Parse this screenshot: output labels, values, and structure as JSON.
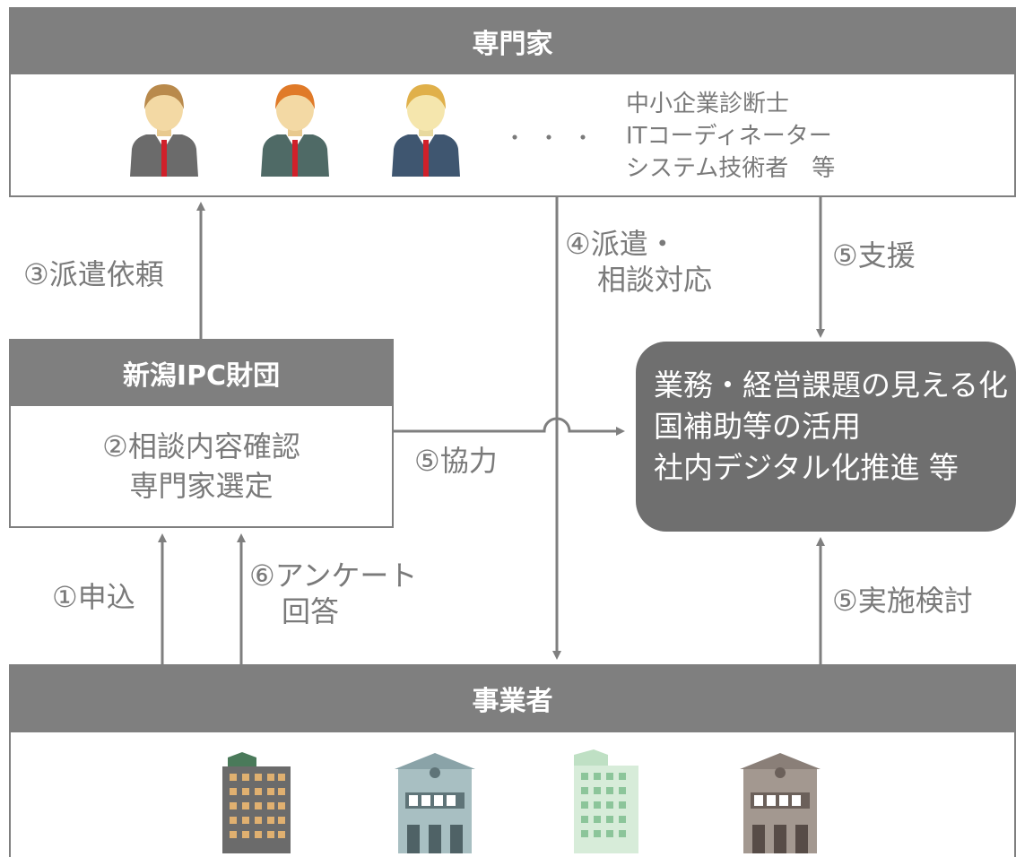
{
  "experts": {
    "header": "専門家",
    "ellipsis": "・・・",
    "roles": [
      "中小企業診断士",
      "ITコーディネーター",
      "システム技術者　等"
    ]
  },
  "ipc": {
    "header": "新潟IPC財団",
    "body": [
      "②相談内容確認",
      "専門家選定"
    ]
  },
  "result": {
    "lines": [
      "業務・経営課題の見える化",
      "国補助等の活用",
      "社内デジタル化推進 等"
    ]
  },
  "business": {
    "header": "事業者"
  },
  "flows": {
    "request_dispatch": "③派遣依頼",
    "dispatch_consult": [
      "④派遣・",
      "相談対応"
    ],
    "support": "⑤支援",
    "cooperation": "⑤協力",
    "apply": "①申込",
    "survey": [
      "⑥アンケート",
      "回答"
    ],
    "consider": "⑤実施検討"
  },
  "colors": {
    "header_gray": "#7f7f7f",
    "result_gray": "#6f6f6f",
    "text_gray": "#7a7a7a"
  }
}
